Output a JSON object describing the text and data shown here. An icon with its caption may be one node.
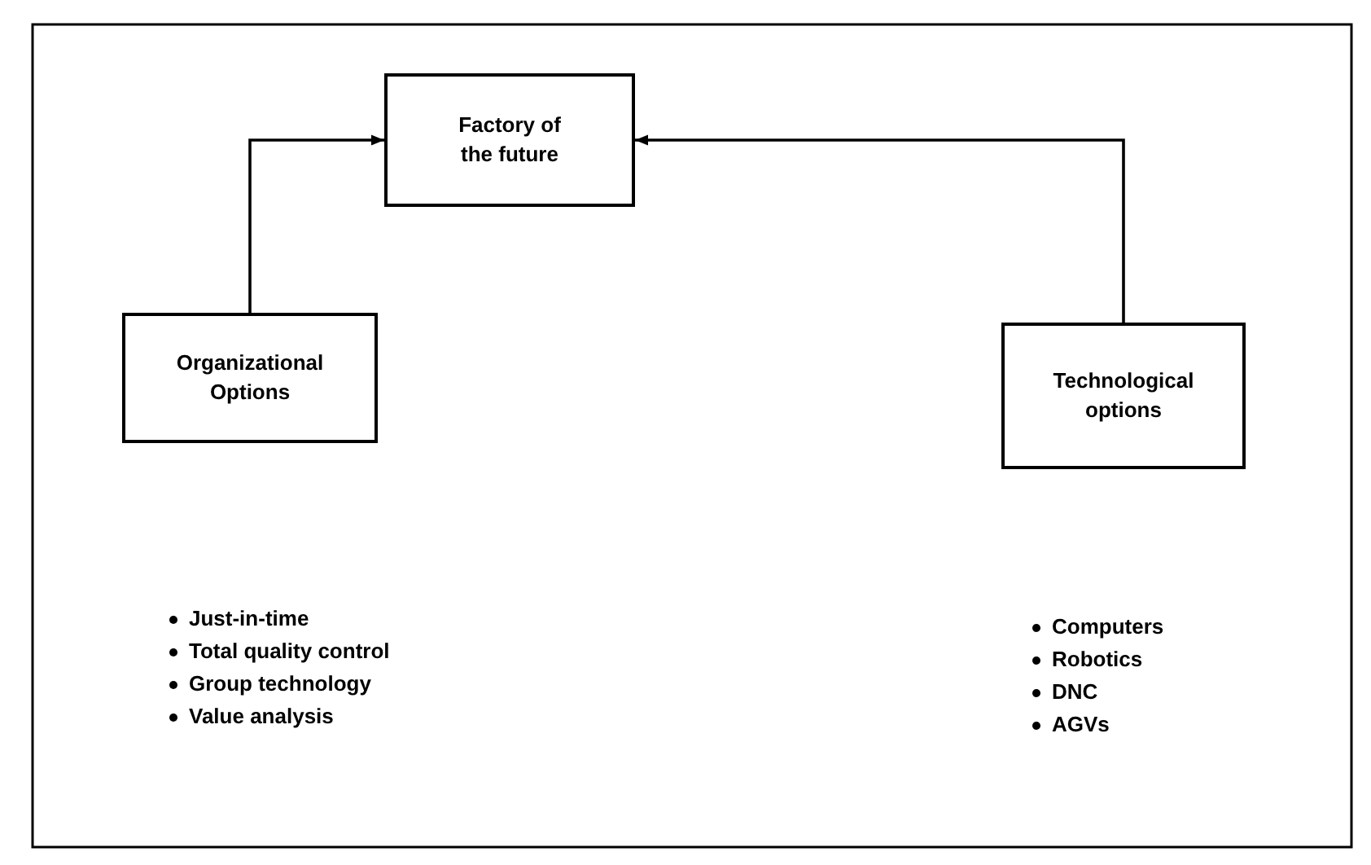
{
  "diagram": {
    "nodes": [
      {
        "text": [
          "Factory of the future"
        ]
      },
      {
        "text": [
          "Organizational Options"
        ]
      },
      {
        "text": [
          "Technological options"
        ]
      }
    ],
    "edges": [
      {
        "from": 1,
        "to": 0,
        "arrow": "to"
      },
      {
        "from": 2,
        "to": 0,
        "arrow": "to"
      }
    ],
    "labels": [
      "Just-in-time",
      "Total quality control",
      "Group technology",
      "Value analysis",
      "Computers",
      "Robotics",
      "DNC",
      "AGVs"
    ]
  }
}
